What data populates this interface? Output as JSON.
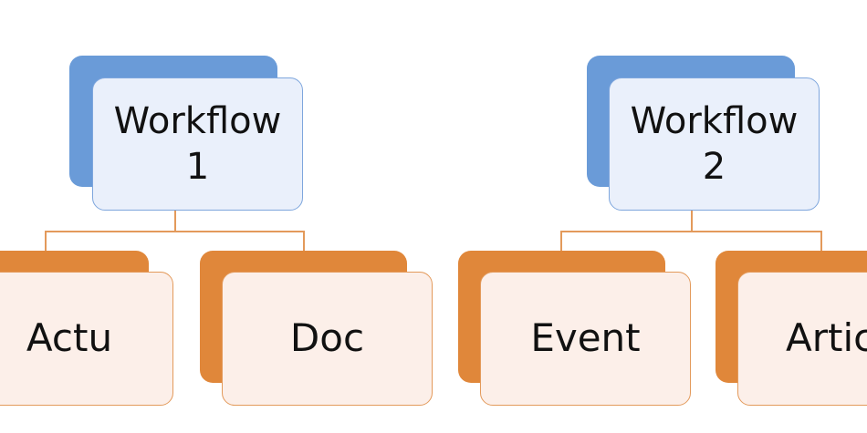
{
  "diagram": {
    "workflows": [
      {
        "title": "Workflow\n1",
        "children": [
          "Actu",
          "Doc"
        ]
      },
      {
        "title": "Workflow\n2",
        "children": [
          "Event",
          "Artic"
        ]
      }
    ]
  },
  "colors": {
    "blue_back": "#6a9bd8",
    "blue_front": "#eaf0fb",
    "orange_back": "#e0873a",
    "orange_front": "#fcefe9",
    "connector": "#e39a5b"
  }
}
